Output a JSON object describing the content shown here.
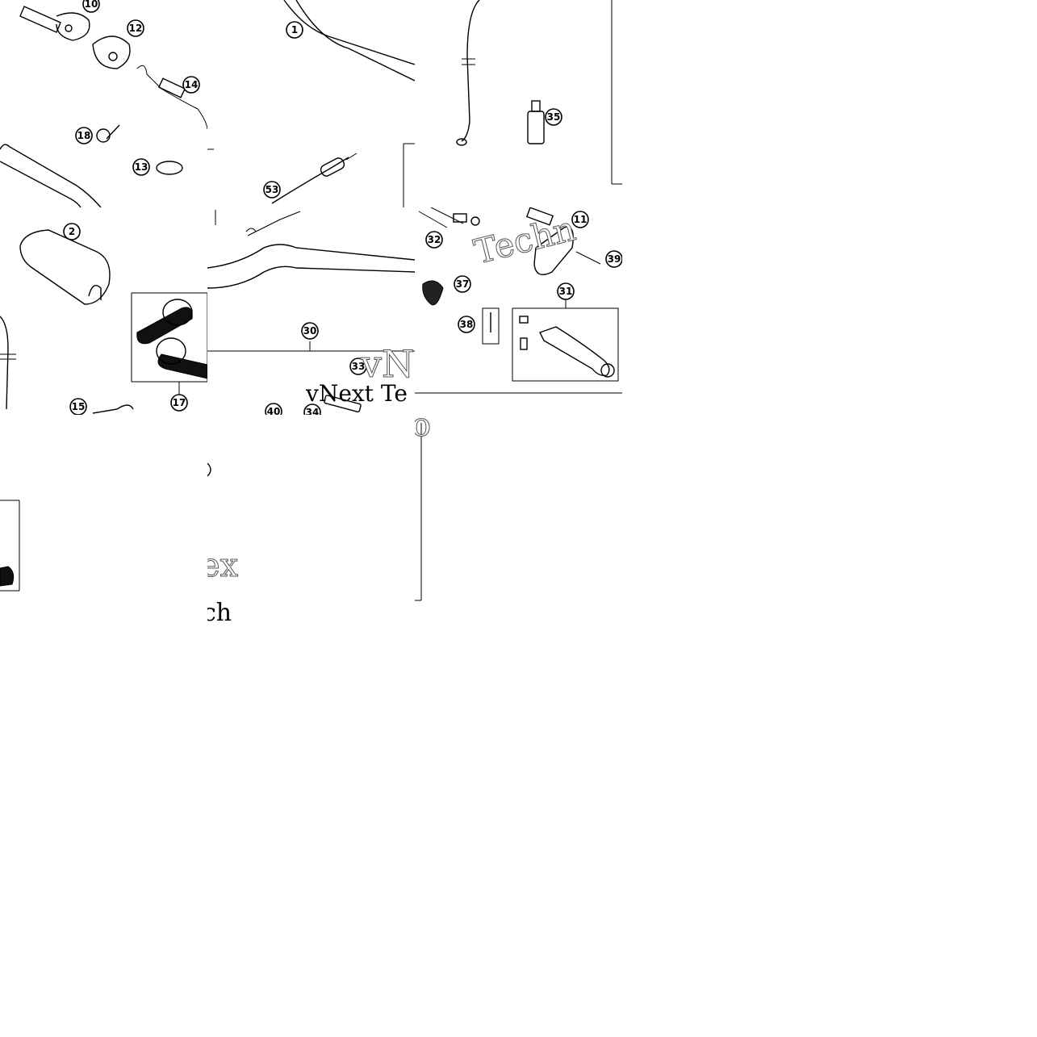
{
  "callouts": {
    "c1": "1",
    "c2": "2",
    "c10": "10",
    "c11": "11",
    "c12": "12",
    "c13": "13",
    "c14": "14",
    "c15": "15",
    "c17": "17",
    "c18": "18",
    "c30": "30",
    "c31": "31",
    "c32": "32",
    "c33": "33",
    "c34": "34",
    "c35": "35",
    "c37": "37",
    "c38": "38",
    "c39": "39",
    "c40": "40",
    "c53": "53"
  },
  "watermark": {
    "line1": "vNext Te",
    "fragment_techn": "Techn",
    "fragment_ex": "ex",
    "fragment_ch": "ch",
    "fragment_vn": "vN",
    "fragment_o": "o"
  },
  "colors": {
    "ink": "#000000",
    "paper": "#ffffff",
    "watermark_outline": "#555555"
  }
}
